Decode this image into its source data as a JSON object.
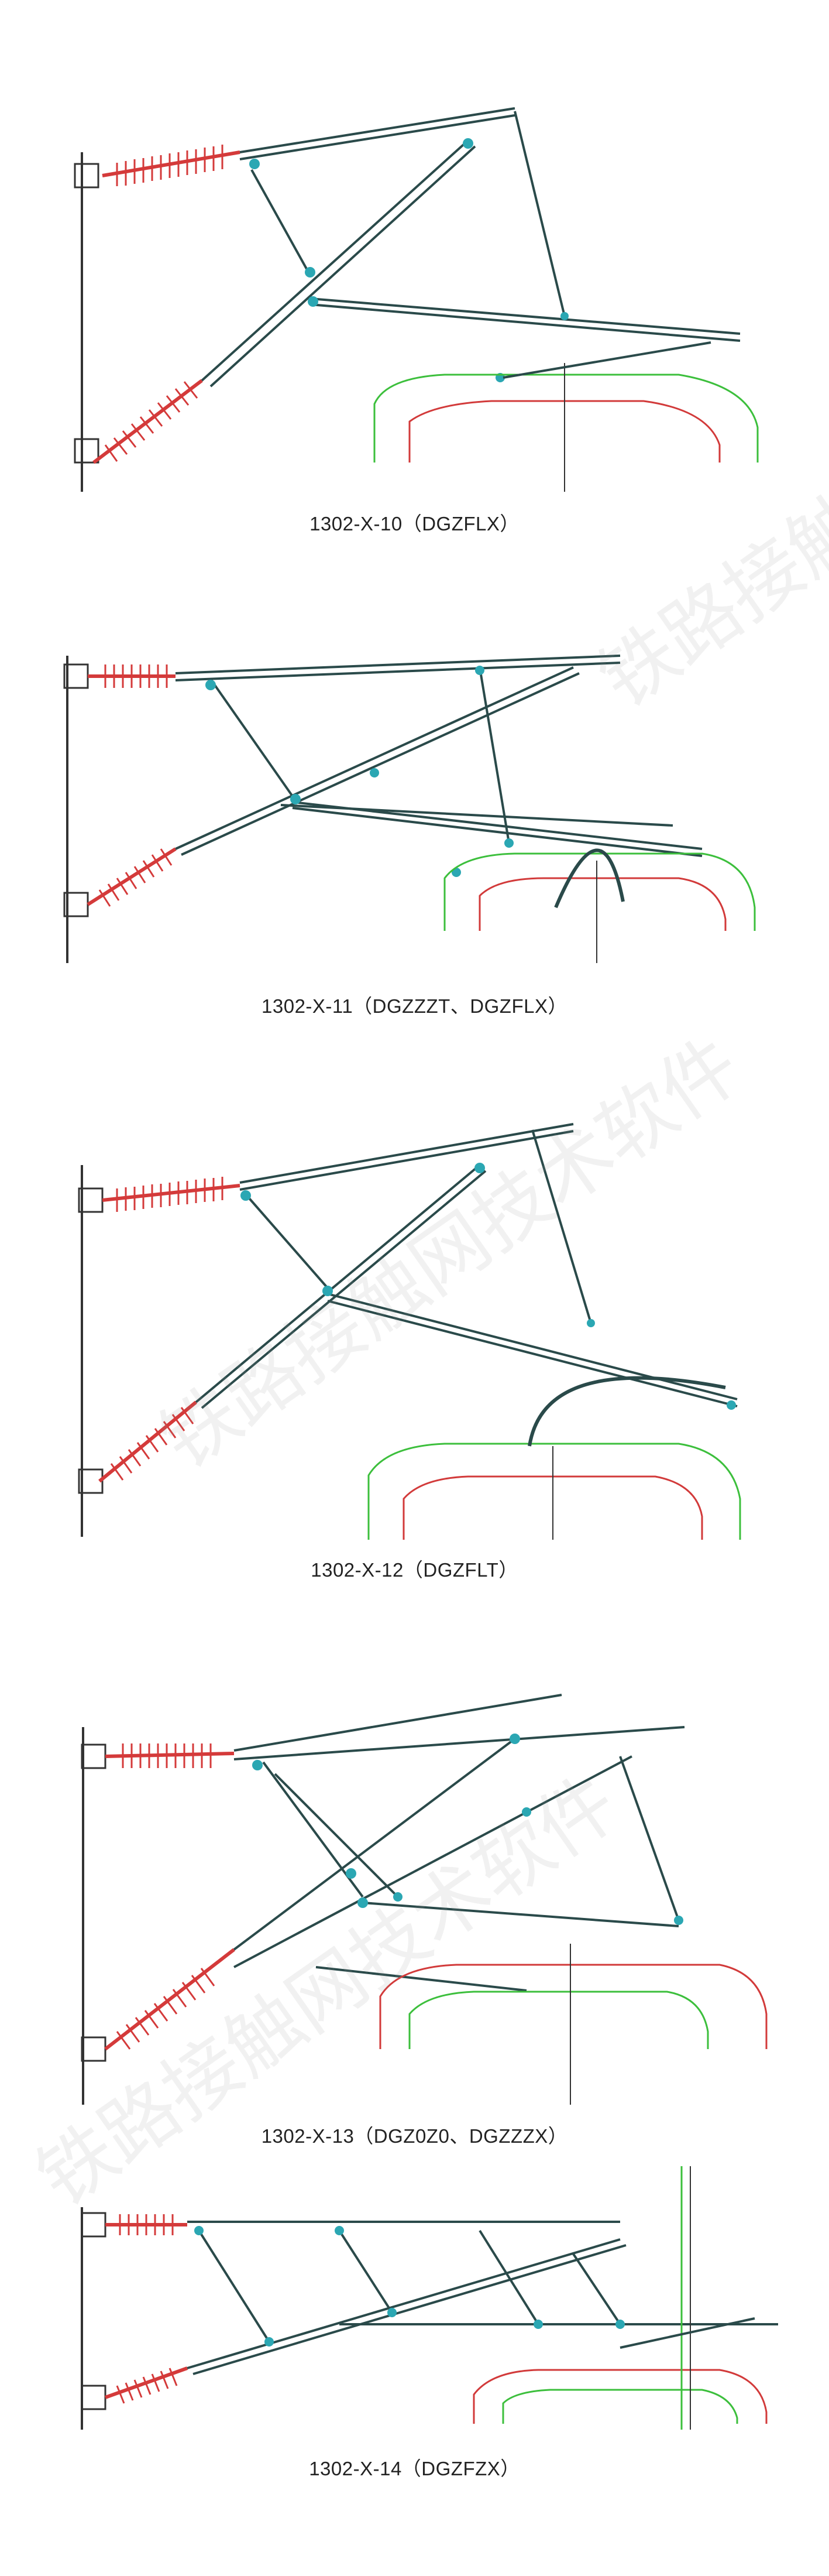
{
  "figures": [
    {
      "caption": "1302-X-10（DGZFLX）"
    },
    {
      "caption": "1302-X-11（DGZZZT、DGZFLX）"
    },
    {
      "caption": "1302-X-12（DGZFLT）"
    },
    {
      "caption": "1302-X-13（DGZ0Z0、DGZZZX）"
    },
    {
      "caption": "1302-X-14（DGZFZX）"
    }
  ],
  "watermark": {
    "text": "铁路接触网技术软件"
  },
  "colors": {
    "insulator": "#d43a3a",
    "tube": "#2a4a4a",
    "fitting": "#2ba7b3",
    "gauge_green": "#3cbf3c",
    "gauge_red": "#d23a3a",
    "mast": "#333333"
  }
}
